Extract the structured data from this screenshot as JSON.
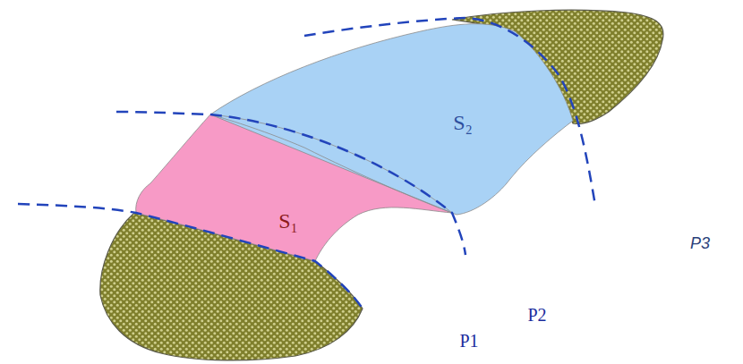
{
  "diagram": {
    "nodes": [
      {
        "text": [
          "S₁"
        ]
      },
      {
        "text": [
          "S₂"
        ]
      }
    ],
    "labels": [
      "P1",
      "P2",
      "P3"
    ]
  }
}
